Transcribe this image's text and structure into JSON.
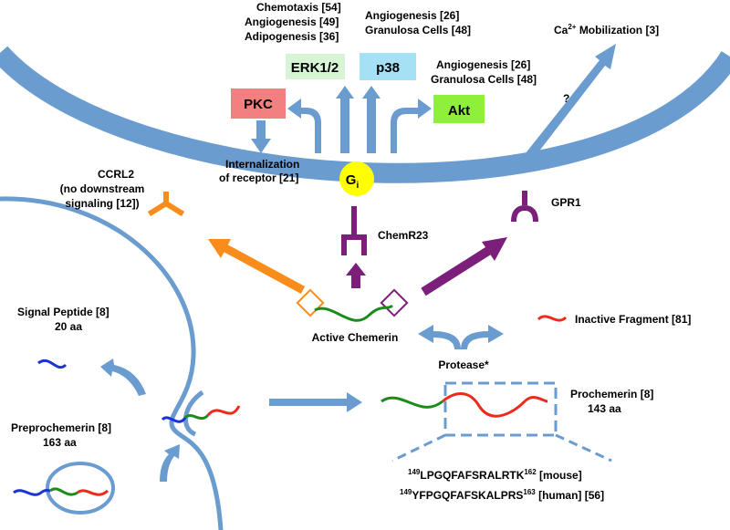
{
  "labels": {
    "chemotaxis": "Chemotaxis [54]",
    "angiogenesis_erk": "Angiogenesis [49]",
    "adipogenesis": "Adipogenesis [36]",
    "angiogenesis_p38": "Angiogenesis [26]",
    "granulosa_p38": "Granulosa Cells [48]",
    "angiogenesis_akt": "Angiogenesis [26]",
    "granulosa_akt": "Granulosa Cells [48]",
    "ca_mobilization": "Mobilization [3]",
    "ca_prefix": "Ca",
    "ca_superscript": "2+",
    "question": "?",
    "internalization_1": "Internalization",
    "internalization_2": "of receptor [21]",
    "ccrl2_1": "CCRL2",
    "ccrl2_2": "(no downstream",
    "ccrl2_3": "signaling [12])",
    "chemr23": "ChemR23",
    "gpr1": "GPR1",
    "gi": "G",
    "gi_sub": "i",
    "signal_peptide_1": "Signal Peptide [8]",
    "signal_peptide_2": "20 aa",
    "active_chemerin": "Active Chemerin",
    "inactive_fragment": "Inactive Fragment [81]",
    "protease": "Protease*",
    "prochemerin_1": "Prochemerin [8]",
    "prochemerin_2": "143 aa",
    "preprochemerin_1": "Preprochemerin [8]",
    "preprochemerin_2": "163 aa",
    "seq_mouse_pre": "149",
    "seq_mouse": "LPGQFAFSRALRTK",
    "seq_mouse_post": "162",
    "seq_mouse_tag": " [mouse]",
    "seq_human_pre": "149",
    "seq_human": "YFPGQFAFSKALPRS",
    "seq_human_post": "163",
    "seq_human_tag": " [human] [56]"
  },
  "boxes": {
    "pkc": "PKC",
    "erk": "ERK1/2",
    "p38": "p38",
    "akt": "Akt"
  },
  "colors": {
    "membrane": "#6a9cd0",
    "arrow": "#6a9cd0",
    "pkc_box": "#f28080",
    "erk_box": "#d7f5d5",
    "p38_box": "#a6e0f5",
    "akt_box": "#8ef03a",
    "gi_circle": "#ffff00",
    "ccrl2": "#f98c1a",
    "chemr23": "#7b1f7b",
    "chain_blue": "#1a32d8",
    "chain_green": "#1b8c1b",
    "chain_red": "#f02a1a"
  }
}
